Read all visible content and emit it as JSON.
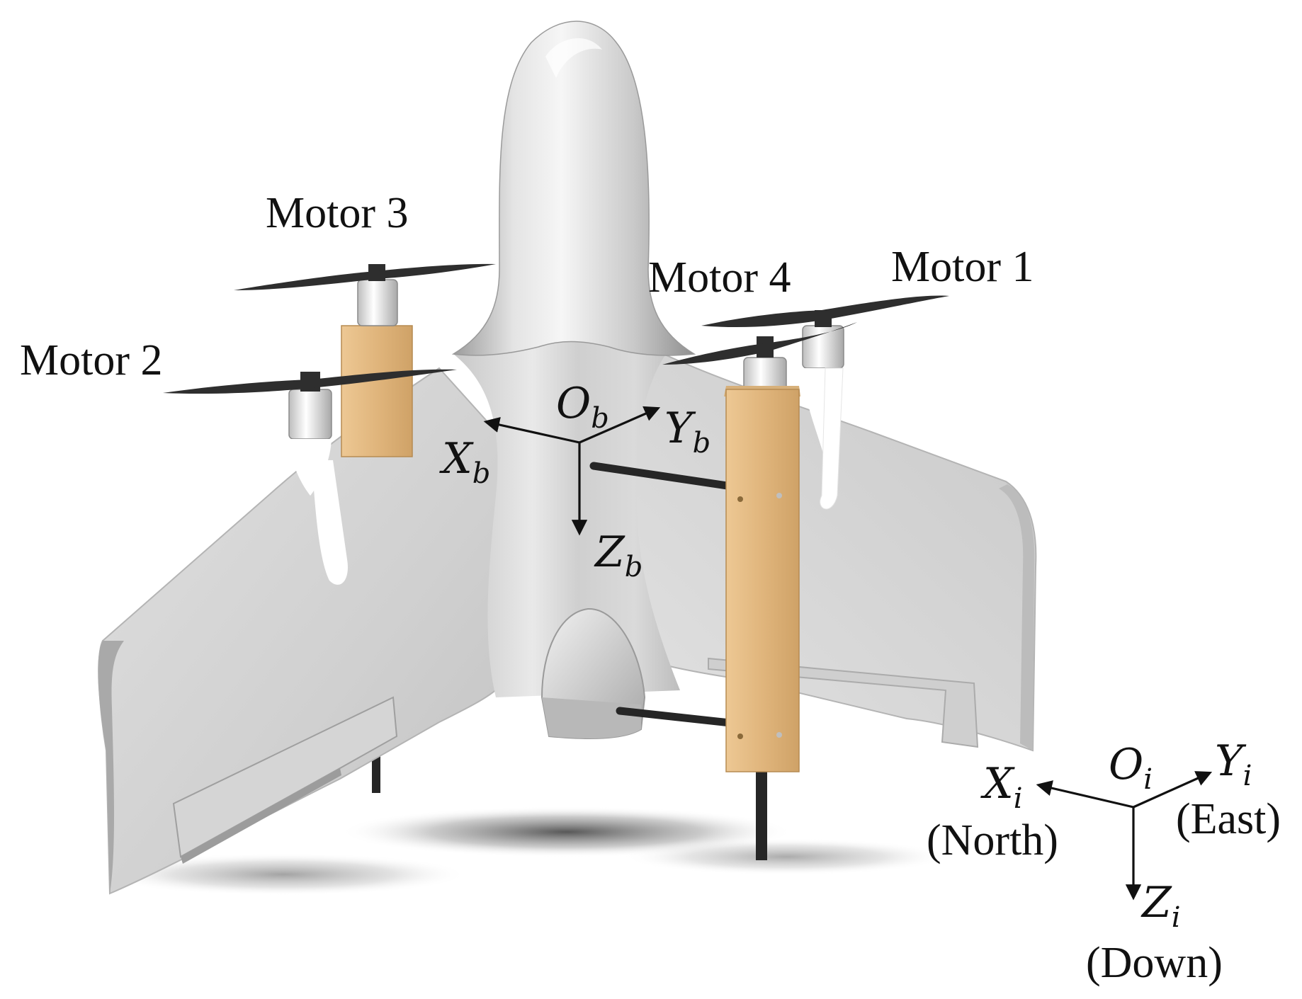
{
  "motors": {
    "motor1": "Motor 1",
    "motor2": "Motor 2",
    "motor3": "Motor 3",
    "motor4": "Motor 4"
  },
  "body_frame": {
    "origin": "O",
    "origin_sub": "b",
    "x": "X",
    "x_sub": "b",
    "y": "Y",
    "y_sub": "b",
    "z": "Z",
    "z_sub": "b"
  },
  "inertial_frame": {
    "origin": "O",
    "origin_sub": "i",
    "x": "X",
    "x_sub": "i",
    "x_dir": "(North)",
    "y": "Y",
    "y_sub": "i",
    "y_dir": "(East)",
    "z": "Z",
    "z_sub": "i",
    "z_dir": "(Down)"
  },
  "colors": {
    "airframe": "#d4d4d4",
    "airframe_shadow": "#a9a9a9",
    "boom_wood": "#e3bc86",
    "propeller": "#2e2e2e",
    "rod": "#262626",
    "motor_can": "#f2f2f2"
  }
}
